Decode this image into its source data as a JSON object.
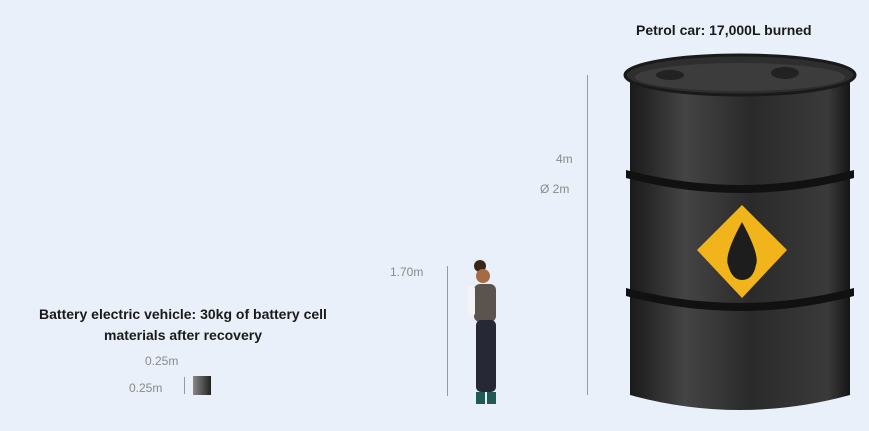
{
  "petrol": {
    "title": "Petrol car: 17,000L burned",
    "height_label": "4m",
    "diameter_label": "Ø 2m",
    "icon": "oil-drop-icon"
  },
  "person": {
    "height_label": "1.70m"
  },
  "battery": {
    "title_line1": "Battery electric vehicle: 30kg of battery cell",
    "title_line2": "materials after recovery",
    "depth_label": "0.25m",
    "height_label": "0.25m"
  },
  "colors": {
    "background": "#e9f0f9",
    "barrel": "#2b2b2b",
    "diamond": "#f2b41b"
  }
}
